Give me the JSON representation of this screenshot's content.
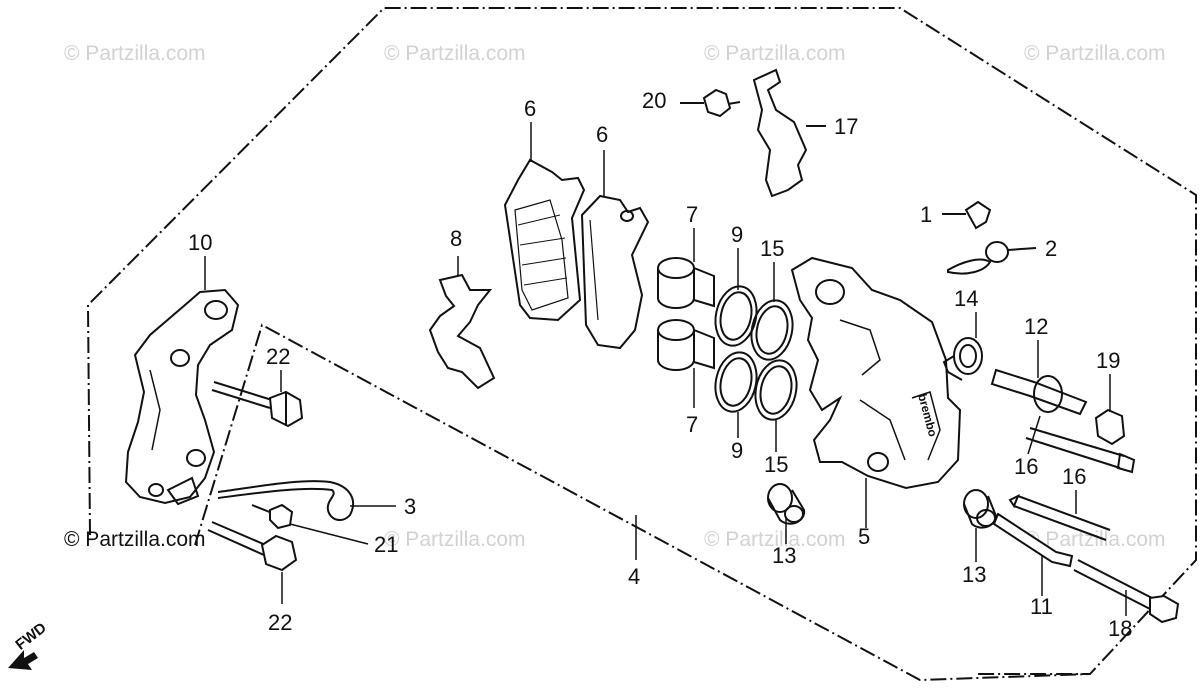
{
  "watermarks": {
    "w1": "© Partzilla.com",
    "w2": "© Partzilla.com",
    "w3": "© Partzilla.com",
    "w4": "© Partzilla.com",
    "w5": "© Partzilla.com",
    "w6": "© Partzilla.com",
    "w7": "© Partzilla.com",
    "w8": "© Partzilla.com"
  },
  "direction": "FWD",
  "part_callouts": {
    "c1": "1",
    "c2": "2",
    "c3": "3",
    "c4": "4",
    "c5": "5",
    "c6a": "6",
    "c6b": "6",
    "c7a": "7",
    "c7b": "7",
    "c8": "8",
    "c9a": "9",
    "c9b": "9",
    "c10": "10",
    "c11": "11",
    "c12": "12",
    "c13a": "13",
    "c13b": "13",
    "c14": "14",
    "c15a": "15",
    "c15b": "15",
    "c16a": "16",
    "c16b": "16",
    "c17": "17",
    "c18": "18",
    "c19": "19",
    "c20": "20",
    "c21": "21",
    "c22a": "22",
    "c22b": "22"
  },
  "caliper_stamp": "brembo"
}
